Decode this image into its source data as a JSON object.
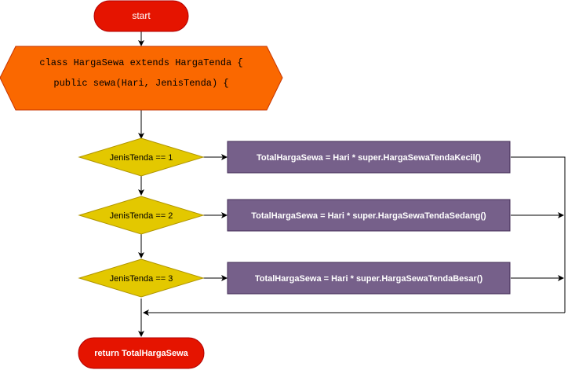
{
  "colors": {
    "terminal_fill": "#e51400",
    "terminal_stroke": "#b20000",
    "prep_fill": "#fa6800",
    "prep_stroke": "#c73500",
    "decision_fill": "#e3c800",
    "decision_stroke": "#b09500",
    "process_fill": "#76608a",
    "process_stroke": "#432d57",
    "edge": "#000000",
    "text_light": "#ffffff",
    "text_dark": "#000000"
  },
  "nodes": {
    "start": {
      "label": "start"
    },
    "class_def": {
      "line1": "class HargaSewa extends HargaTenda {",
      "line2": "public sewa(Hari, JenisTenda) {"
    },
    "cond1": {
      "label": "JenisTenda == 1"
    },
    "cond2": {
      "label": "JenisTenda == 2"
    },
    "cond3": {
      "label": "JenisTenda == 3"
    },
    "proc1": {
      "label": "TotalHargaSewa = Hari * super.HargaSewaTendaKecil()"
    },
    "proc2": {
      "label": "TotalHargaSewa = Hari * super.HargaSewaTendaSedang()"
    },
    "proc3": {
      "label": "TotalHargaSewa = Hari * super.HargaSewaTendaBesar()"
    },
    "end": {
      "label": "return TotalHargaSewa"
    }
  }
}
